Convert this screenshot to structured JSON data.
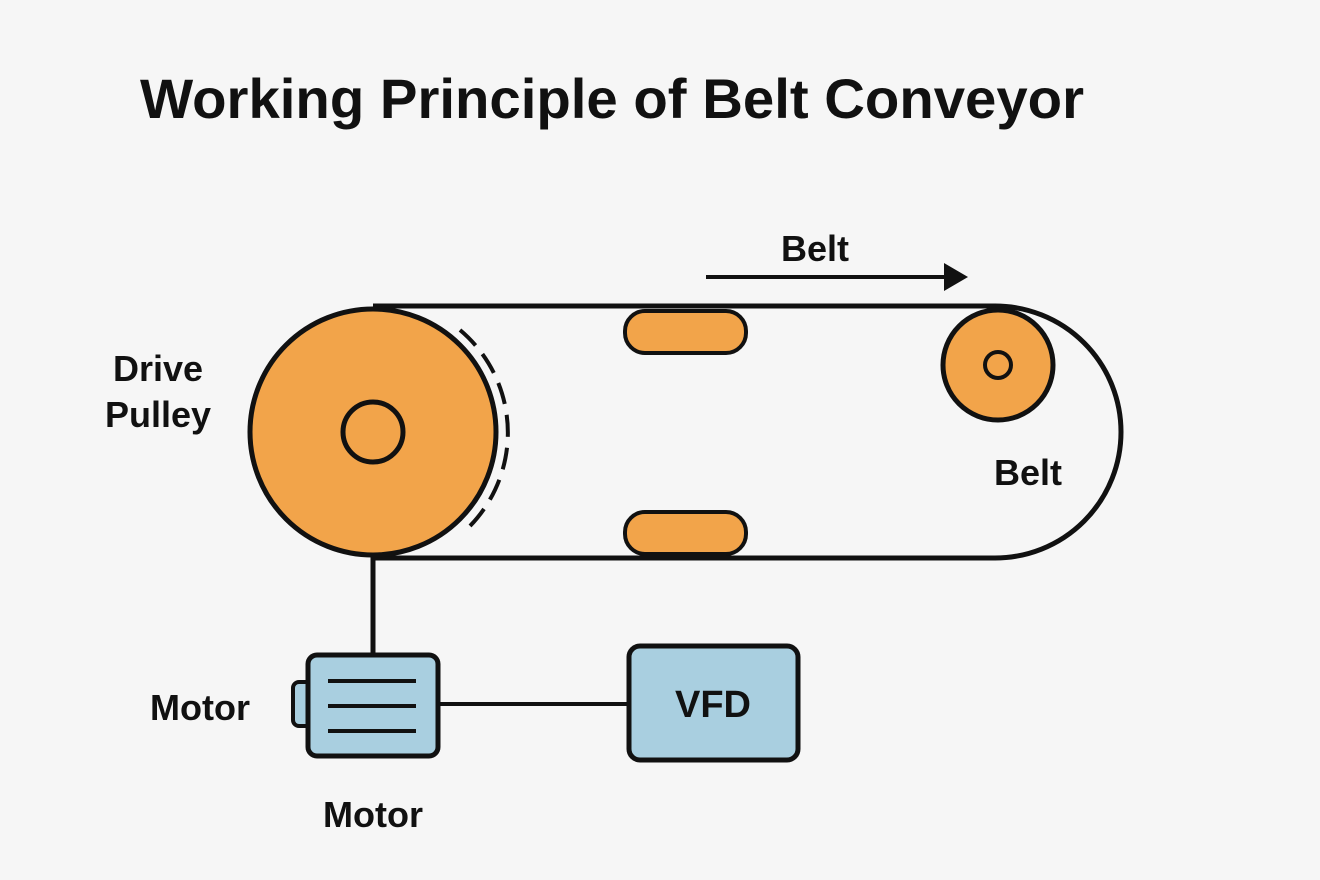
{
  "diagram": {
    "title": "Working Principle of Belt Conveyor",
    "labels": {
      "belt_top": "Belt",
      "belt_right": "Belt",
      "drive_pulley_line1": "Drive",
      "drive_pulley_line2": "Pulley",
      "motor_left": "Motor",
      "motor_bottom": "Motor",
      "vfd": "VFD"
    },
    "colors": {
      "background": "#f6f6f6",
      "outline": "#111111",
      "pulley_fill": "#f2a44a",
      "roller_fill": "#f2a44a",
      "motor_fill": "#a9cfe0",
      "vfd_fill": "#a9cfe0"
    },
    "icons": {
      "direction": "right-arrow-icon"
    }
  }
}
